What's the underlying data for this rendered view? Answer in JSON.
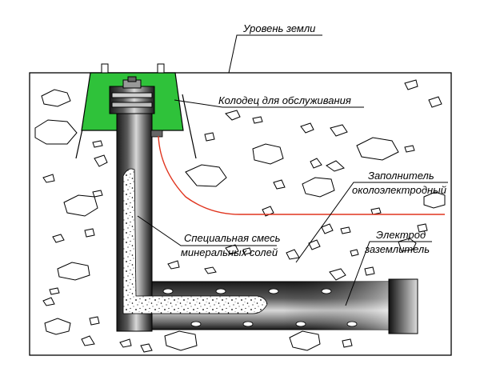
{
  "labels": {
    "ground_level": "Уровень земли",
    "service_well": "Колодец для обслуживания",
    "filler_line1": "Заполнитель",
    "filler_line2": "околоэлектродный",
    "special_mix_line1": "Специальная смесь",
    "special_mix_line2": "минеральных солей",
    "electrode_line1": "Электрод",
    "electrode_line2": "заземлитель"
  },
  "colors": {
    "well": "#2fc23a",
    "wire": "#e0341e",
    "outline": "#000000"
  }
}
